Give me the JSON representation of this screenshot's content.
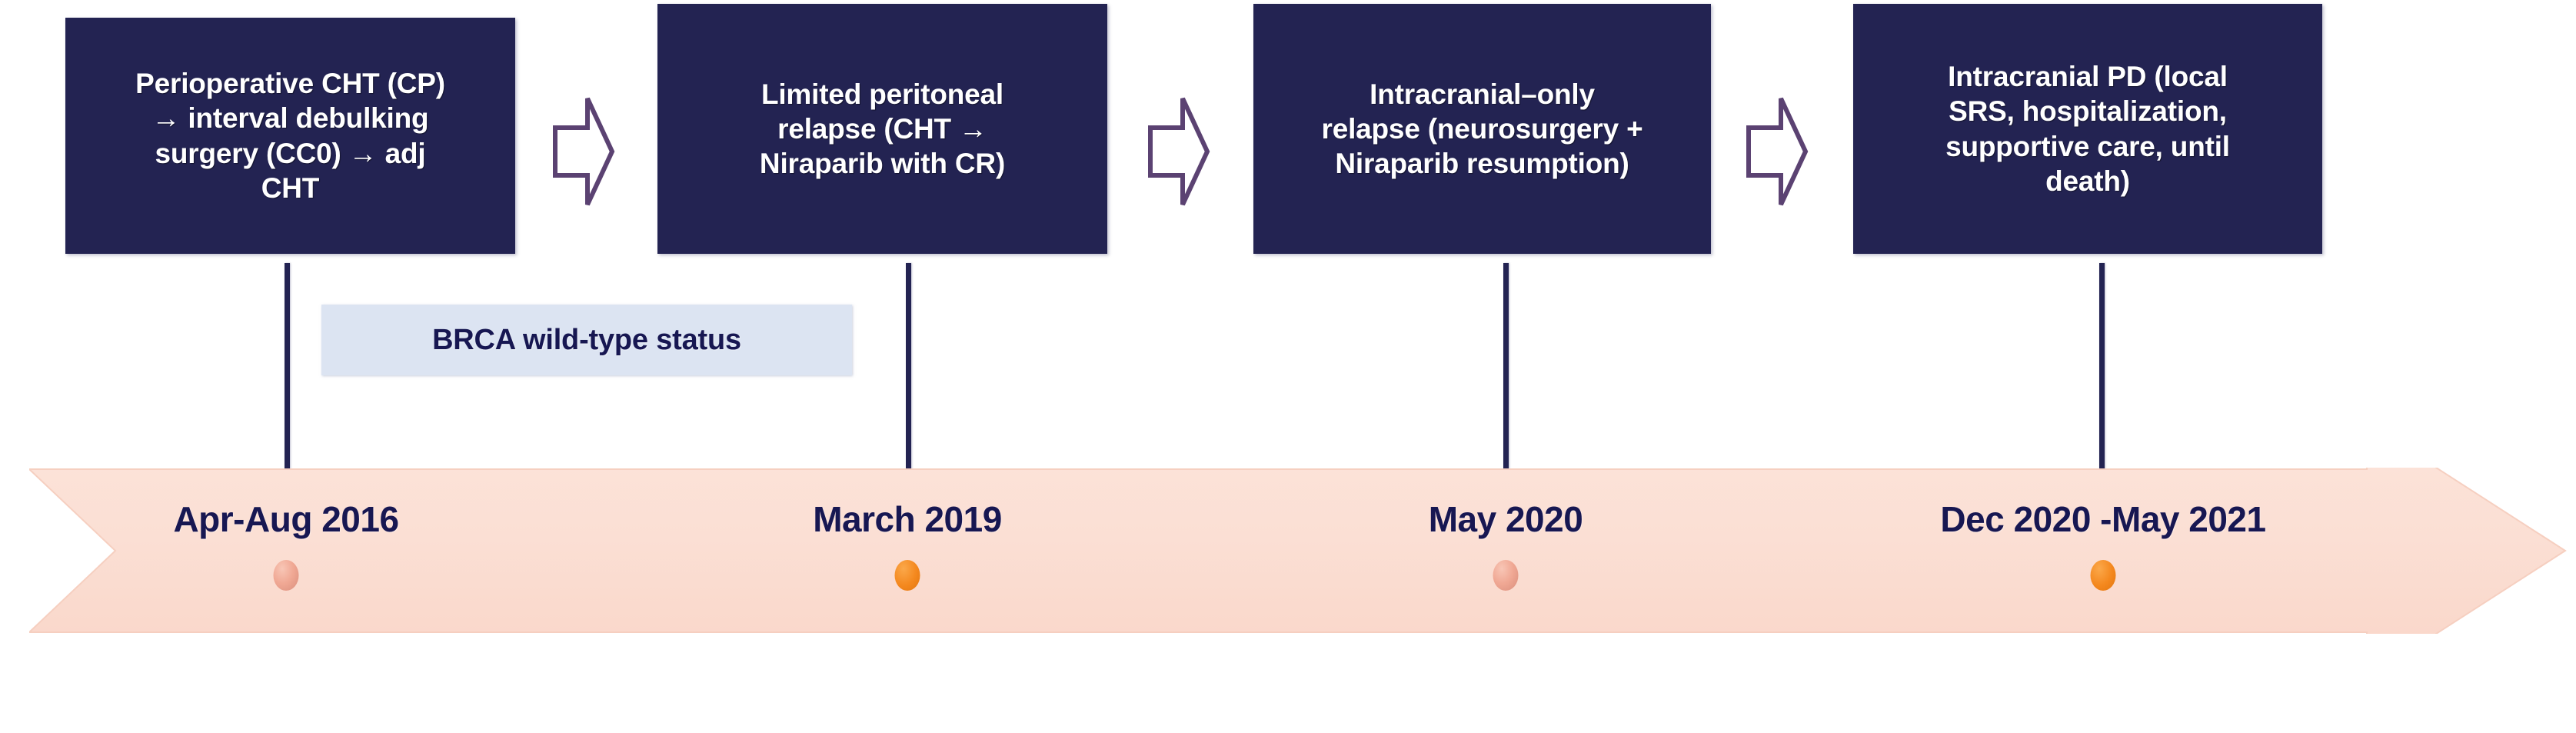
{
  "diagram": {
    "title_semantic": "clinical-course-timeline",
    "colors": {
      "box_fill": "#232352",
      "box_text": "#ffffff",
      "callout_fill": "#dce4f2",
      "callout_text": "#171752",
      "band_fill": "#fbdfd4",
      "band_edge": "#f7d0c2",
      "date_text": "#171752",
      "marker_pale": "#efa892",
      "marker_bright": "#f4881e",
      "chevron_outline": "#5b4272"
    },
    "steps": [
      {
        "id": "step-1",
        "text": "Perioperative CHT (CP)\n→ interval debulking\nsurgery (CC0) → adj\nCHT"
      },
      {
        "id": "step-2",
        "text": "Limited peritoneal\nrelapse (CHT →\nNiraparib with CR)"
      },
      {
        "id": "step-3",
        "text": "Intracranial–only\nrelapse (neurosurgery +\nNiraparib resumption)"
      },
      {
        "id": "step-4",
        "text": "Intracranial PD (local\nSRS, hospitalization,\nsupportive care, until\ndeath)"
      }
    ],
    "connector_arrows": [
      {
        "id": "chevron-1",
        "icon": "right-chevron-arrow-icon"
      },
      {
        "id": "chevron-2",
        "icon": "right-chevron-arrow-icon"
      },
      {
        "id": "chevron-3",
        "icon": "right-chevron-arrow-icon"
      }
    ],
    "callout": {
      "id": "brca-status-callout",
      "text": "BRCA wild-type status"
    },
    "timeline": {
      "icon": "right-arrow-band-icon",
      "events": [
        {
          "id": "event-1",
          "date": "Apr-Aug 2016",
          "marker": "pale"
        },
        {
          "id": "event-2",
          "date": "March 2019",
          "marker": "bright"
        },
        {
          "id": "event-3",
          "date": "May 2020",
          "marker": "pale"
        },
        {
          "id": "event-4",
          "date": "Dec 2020 -May 2021",
          "marker": "bright"
        }
      ]
    }
  }
}
